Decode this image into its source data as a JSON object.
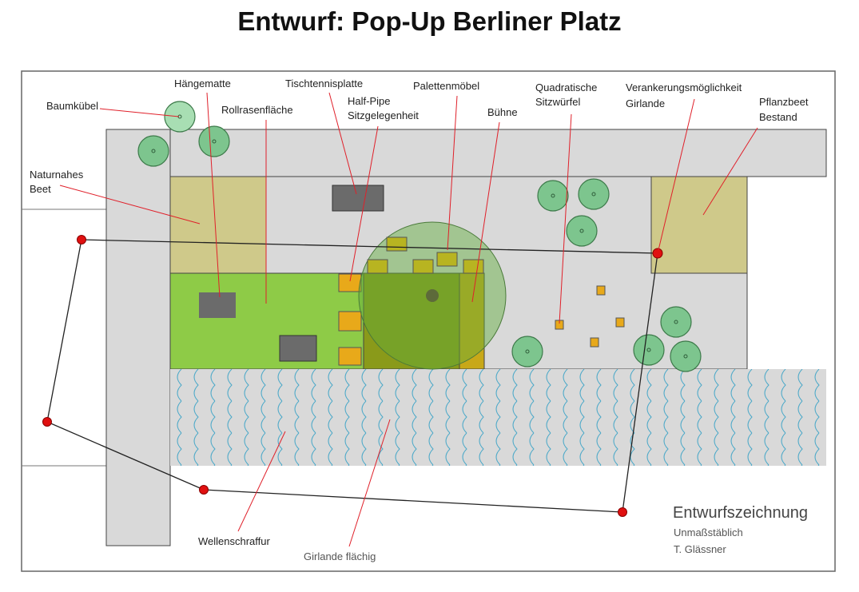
{
  "title": "Entwurf: Pop-Up Berliner Platz",
  "labels": {
    "baumkuebel": "Baumkübel",
    "haengematte": "Hängematte",
    "rollrasen": "Rollrasenfläche",
    "naturnahes_1": "Naturnahes",
    "naturnahes_2": "Beet",
    "tischtennis": "Tischtennisplatte",
    "halfpipe_1": "Half-Pipe",
    "halfpipe_2": "Sitzgelegenheit",
    "paletten": "Palettenmöbel",
    "buehne": "Bühne",
    "sitzwuerfel_1": "Quadratische",
    "sitzwuerfel_2": "Sitzwürfel",
    "verankerung_1": "Verankerungsmöglichkeit",
    "verankerung_2": "Girlande",
    "pflanzbeet_1": "Pflanzbeet",
    "pflanzbeet_2": "Bestand",
    "wellen": "Wellenschraffur",
    "girlande_flaechig": "Girlande flächig"
  },
  "legend": {
    "heading": "Entwurfszeichnung",
    "scale": "Unmaßstäblich",
    "author": "T. Glässner"
  },
  "colors": {
    "paving": "#d9d9d9",
    "lawn": "#8ecb47",
    "bed": "#cfc98a",
    "stage": "#6f9a1a",
    "halfpipe": "#e8a91a",
    "pallet": "#b8b421",
    "table": "#6b6b6b",
    "waves": "#4aa8c8",
    "pointer": "#e0202a",
    "anchor": "#e01010"
  }
}
